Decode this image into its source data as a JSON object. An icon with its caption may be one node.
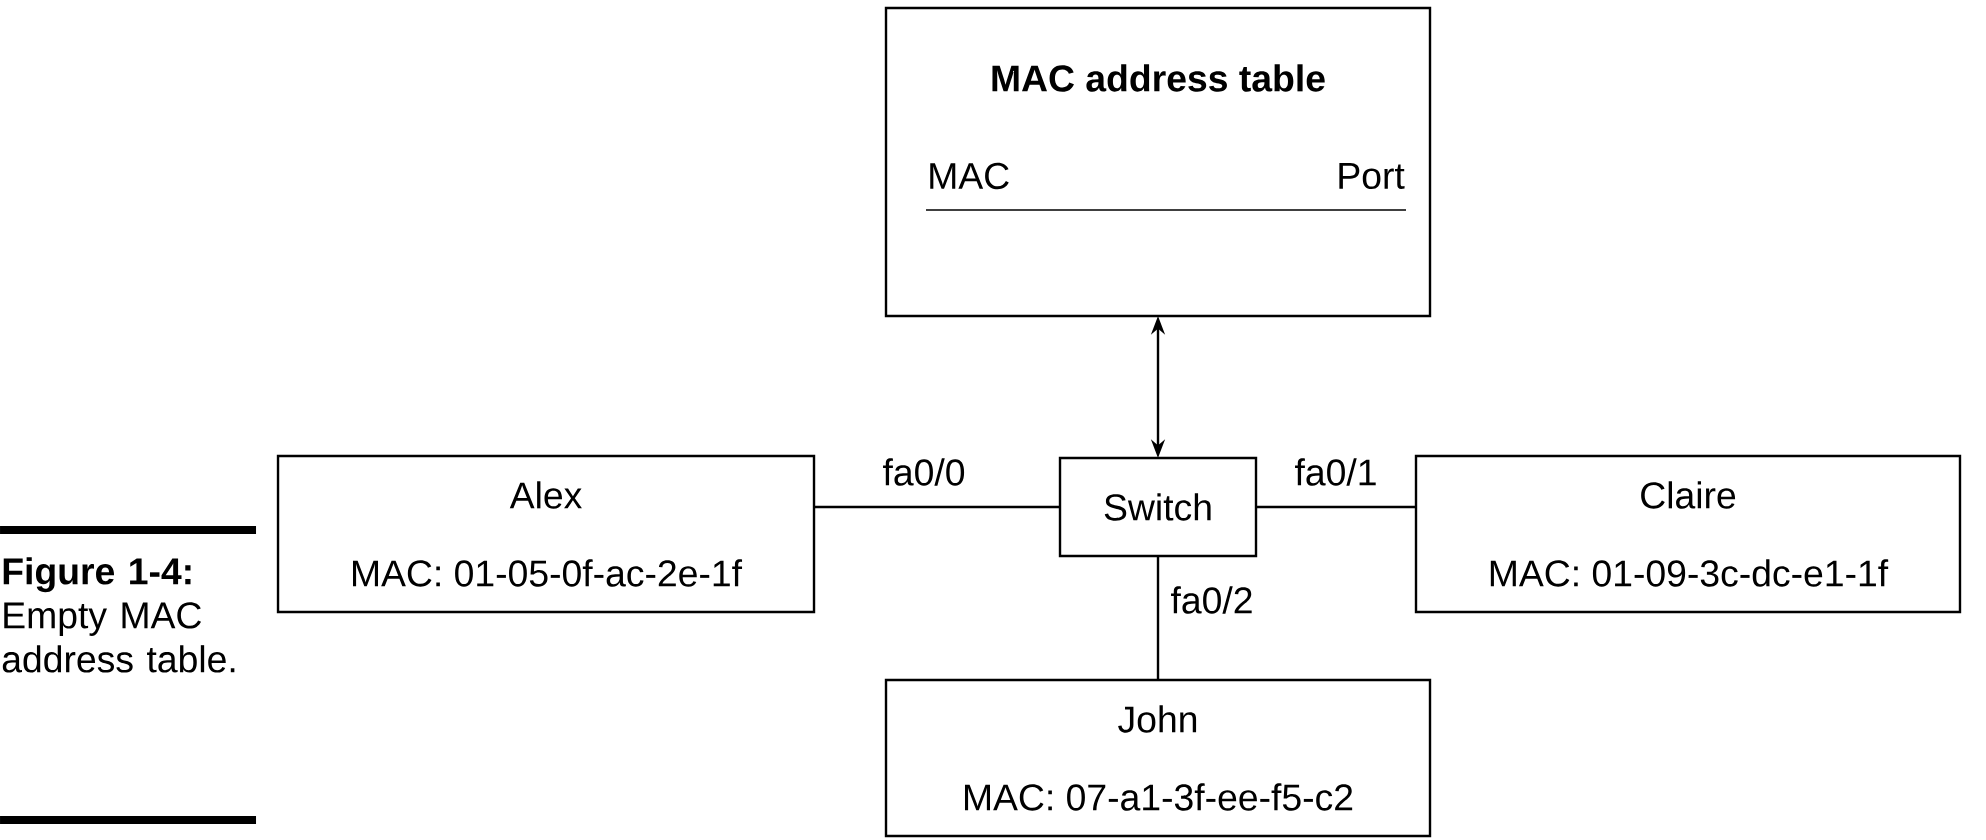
{
  "diagram": {
    "caption": "**Figure 1-4:** Empty MAC address table.",
    "nodes": [
      {
        "text": [
          "MAC address table",
          "MAC",
          "Port"
        ]
      },
      {
        "text": [
          "Alex",
          "MAC: 01-05-0f-ac-2e-1f"
        ]
      },
      {
        "text": [
          "Switch"
        ]
      },
      {
        "text": [
          "Claire",
          "MAC: 01-09-3c-dc-e1-1f"
        ]
      },
      {
        "text": [
          "John",
          "MAC: 07-a1-3f-ee-f5-c2"
        ]
      }
    ],
    "edges": [
      {
        "from": 0,
        "to": 2,
        "arrow": "both"
      },
      {
        "from": 1,
        "to": 2,
        "arrow": "none",
        "label": "fa0/0"
      },
      {
        "from": 2,
        "to": 3,
        "arrow": "none",
        "label": "fa0/1"
      },
      {
        "from": 2,
        "to": 4,
        "arrow": "none",
        "label": "fa0/2"
      }
    ]
  }
}
